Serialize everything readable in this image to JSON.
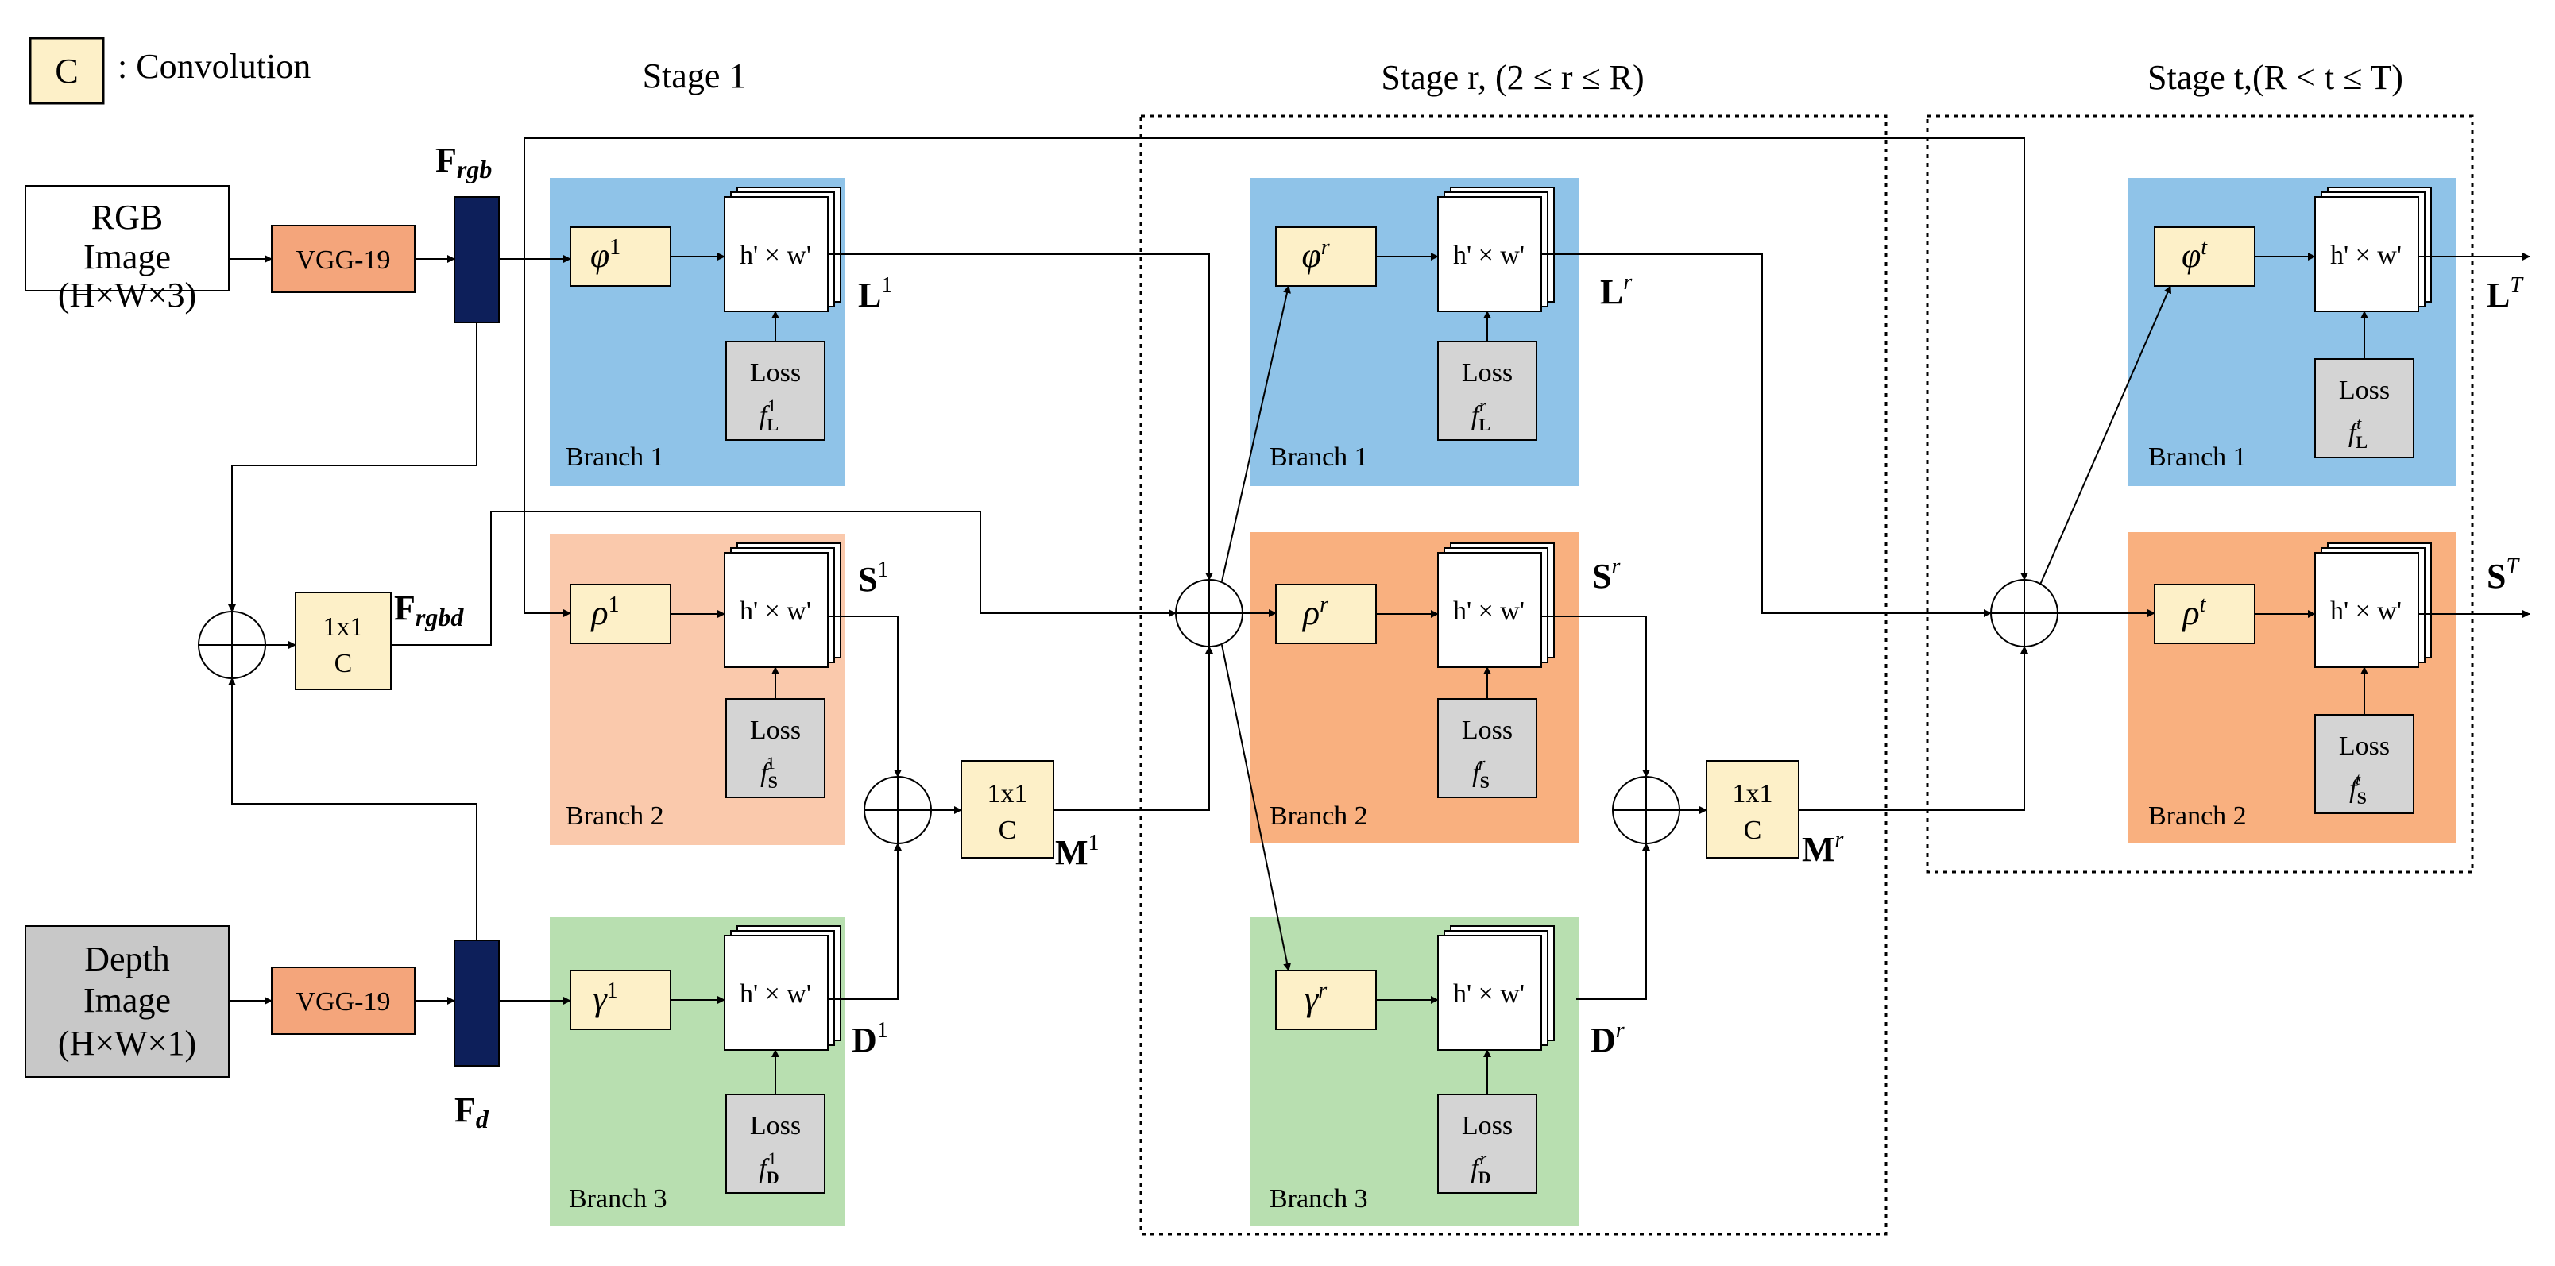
{
  "legend": {
    "box": "C",
    "text": ": Convolution"
  },
  "stages": {
    "s1": "Stage  1",
    "sr": "Stage r, (2 ≤ r ≤ R)",
    "st": "Stage t,(R < t ≤ T)"
  },
  "inputs": {
    "rgb": [
      "RGB",
      "Image",
      "(H×W×3)"
    ],
    "depth": [
      "Depth",
      "Image",
      "(H×W×1)"
    ]
  },
  "vgg": "VGG-19",
  "conv1x1": [
    "1x1",
    "C"
  ],
  "feature_labels": {
    "frgb": "F",
    "frgb_sub": "rgb",
    "fd": "F",
    "fd_sub": "d",
    "frgbd": "F",
    "frgbd_sub": "rgbd"
  },
  "map_box": "h' × w'",
  "loss": "Loss",
  "branches": {
    "b1": "Branch 1",
    "b2": "Branch 2",
    "b3": "Branch 3"
  },
  "ops": {
    "phi": "φ",
    "rho": "ρ",
    "gamma": "γ",
    "sup1": "1",
    "supr": "r",
    "supt": "t",
    "f": "f",
    "subL": "L",
    "subS": "S",
    "subD": "D"
  },
  "outputs": {
    "L": "L",
    "S": "S",
    "D": "D",
    "M": "M",
    "sup1": "1",
    "supr": "r",
    "supT": "T"
  },
  "colors": {
    "branch_blue": "#8fc3e8",
    "branch_peach": "#fac9ac",
    "branch_orange": "#f9b07f",
    "branch_green": "#b8dfb0",
    "op_yellow": "#fdf0c8",
    "vgg_orange": "#f4a57b",
    "feature_navy": "#0d1f5a",
    "loss_gray": "#d4d4d4",
    "depth_gray": "#c8c8c8"
  }
}
